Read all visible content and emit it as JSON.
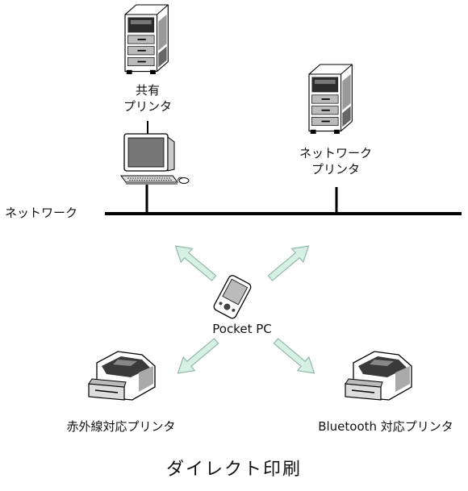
{
  "labels": {
    "shared_printer": [
      "共有",
      "プリンタ"
    ],
    "network_printer": [
      "ネットワーク",
      "プリンタ"
    ],
    "network": "ネットワーク",
    "pocket_pc": "Pocket PC",
    "ir_printer": "赤外線対応プリンタ",
    "bt_printer": "Bluetooth 対応プリンタ"
  },
  "caption": "ダイレクト印刷",
  "colors": {
    "arrow_fill": "#d7f0e4",
    "arrow_stroke": "#8fb8a8",
    "line": "#000000"
  },
  "icons": [
    "tower-printer-icon",
    "desktop-computer-icon",
    "pocket-pc-icon",
    "laser-printer-icon"
  ]
}
